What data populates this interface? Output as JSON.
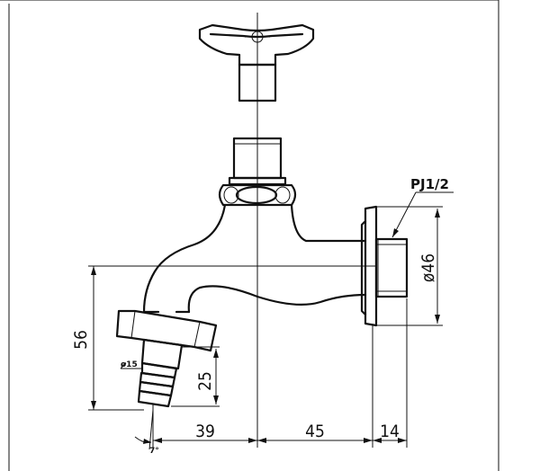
{
  "drawing": {
    "dimensions": {
      "height_overall": "56",
      "hose_length": "25",
      "hose_diameter": "ø15",
      "spout_reach": "39",
      "body_length": "45",
      "flange_thickness": "14",
      "flange_diameter": "ø46",
      "thread": "PJ1/2",
      "angle": "7°"
    }
  }
}
